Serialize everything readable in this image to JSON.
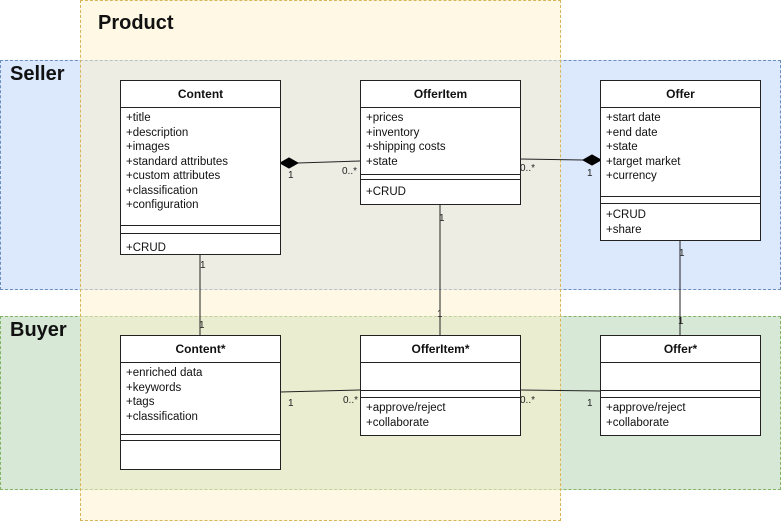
{
  "lanes": {
    "product": "Product",
    "seller": "Seller",
    "buyer": "Buyer"
  },
  "classes": {
    "content": {
      "name": "Content",
      "attributes": [
        "+title",
        "+description",
        "+images",
        "+standard attributes",
        "+custom attributes",
        "+classification",
        "+configuration"
      ],
      "operations": [
        "+CRUD"
      ]
    },
    "offer_item": {
      "name": "OfferItem",
      "attributes": [
        "+prices",
        "+inventory",
        "+shipping costs",
        "+state"
      ],
      "operations": [
        "+CRUD"
      ]
    },
    "offer": {
      "name": "Offer",
      "attributes": [
        "+start date",
        "+end date",
        "+state",
        "+target market",
        "+currency"
      ],
      "operations": [
        "+CRUD",
        "+share"
      ]
    },
    "content_buyer": {
      "name": "Content*",
      "attributes": [
        "+enriched data",
        "+keywords",
        "+tags",
        "+classification"
      ],
      "operations": []
    },
    "offer_item_buyer": {
      "name": "OfferItem*",
      "attributes": [],
      "operations": [
        "+approve/reject",
        "+collaborate"
      ]
    },
    "offer_buyer": {
      "name": "Offer*",
      "attributes": [],
      "operations": [
        "+approve/reject",
        "+collaborate"
      ]
    }
  },
  "multiplicities": {
    "content_offeritem_left": "1",
    "content_offeritem_right": "0..*",
    "offeritem_offer_left": "0..*",
    "offeritem_offer_right": "1",
    "content_vertical_top": "1",
    "content_vertical_bottom": "1",
    "offeritem_vertical_top": "1",
    "offeritem_vertical_bottom": "1",
    "offer_vertical_top": "1",
    "offer_vertical_bottom": "1",
    "buyer_content_offeritem_left": "1",
    "buyer_content_offeritem_right": "0..*",
    "buyer_offeritem_offer_left": "0..*",
    "buyer_offeritem_offer_right": "1"
  },
  "colors": {
    "seller_fill": "#dae8fc",
    "seller_border": "#6c8ebf",
    "buyer_fill": "#d5e8d4",
    "buyer_border": "#82b366",
    "product_fill": "#fff2cc",
    "product_border": "#d6b656"
  }
}
